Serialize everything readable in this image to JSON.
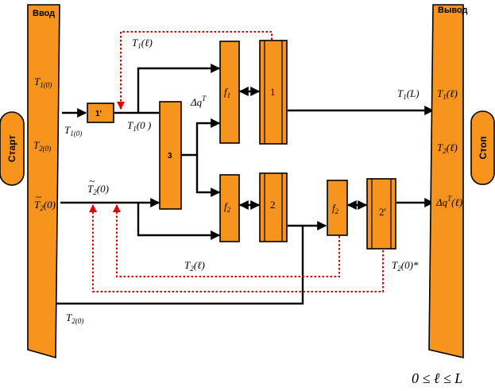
{
  "columns": {
    "input": "Ввод",
    "output": "Вывод"
  },
  "terminals": {
    "start": "Старт",
    "stop": "Стоп"
  },
  "blocks": {
    "b1p": "1'",
    "b3": "3",
    "b1": "1",
    "b2": "2",
    "b2p": "2'",
    "f1": "f",
    "f1_sub": "1",
    "f2a": "f",
    "f2a_sub": "2",
    "f2b": "f",
    "f2b_sub": "2"
  },
  "labels": {
    "in_t1": "T",
    "in_t1_sub": "1(0)",
    "in_t2": "T",
    "in_t2_sub": "2(0)",
    "in_t2tilde": "T",
    "in_t2tilde_sub": "2",
    "in_t2tilde_arg": "(0)",
    "t1_0_a": "T",
    "t1_0_a_sub": "1(0)",
    "t1_0_b": "T",
    "t1_0_b_sub": "1",
    "t1_0_b_arg": "(0 )",
    "t1_l": "T",
    "t1_l_sub": "1",
    "t1_l_arg": "(ℓ)",
    "dq": "Δq",
    "dq_sup": "T",
    "t2tilde": "T",
    "t2tilde_sub": "2",
    "t2tilde_arg": "(0)",
    "t2_l": "T",
    "t2_l_sub": "2",
    "t2_l_arg": "(ℓ)",
    "t2_0_star": "T",
    "t2_0_star_sub": "2",
    "t2_0_star_arg": "(0)*",
    "t2_0_bottom": "T",
    "t2_0_bottom_sub": "2(0)",
    "t1_L": "T",
    "t1_L_sub": "1",
    "t1_L_arg": "(L)",
    "out_t1": "T",
    "out_t1_sub": "1",
    "out_t1_arg": "(ℓ)",
    "out_t2": "T",
    "out_t2_sub": "2",
    "out_t2_arg": "(ℓ)",
    "out_dq": "Δq",
    "out_dq_sup": "T",
    "out_dq_arg": "(ℓ)",
    "range": "0 ≤ ℓ ≤ L"
  },
  "colors": {
    "block": "#F7941D",
    "feedback": "#E00000",
    "wire": "#000000"
  }
}
